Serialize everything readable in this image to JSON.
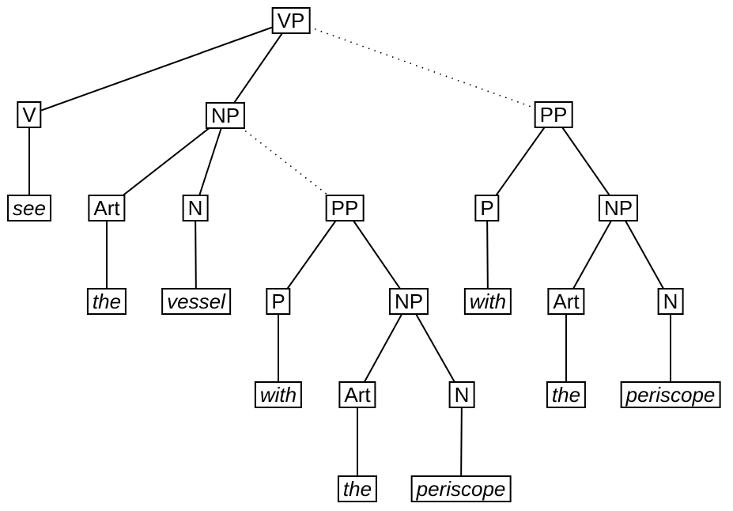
{
  "colors": {
    "background": "#ffffff",
    "line": "#000000",
    "box_border": "#000000",
    "box_fill": "#ffffff",
    "text": "#000000"
  },
  "nodes": {
    "vp": {
      "label": "VP",
      "kind": "category"
    },
    "v": {
      "label": "V",
      "kind": "category"
    },
    "np_obj": {
      "label": "NP",
      "kind": "category"
    },
    "pp_hi": {
      "label": "PP",
      "kind": "category"
    },
    "see": {
      "label": "see",
      "kind": "word"
    },
    "art1": {
      "label": "Art",
      "kind": "category"
    },
    "n1": {
      "label": "N",
      "kind": "category"
    },
    "pp_lo": {
      "label": "PP",
      "kind": "category"
    },
    "p_hi": {
      "label": "P",
      "kind": "category"
    },
    "np_hi": {
      "label": "NP",
      "kind": "category"
    },
    "the1": {
      "label": "the",
      "kind": "word"
    },
    "vessel": {
      "label": "vessel",
      "kind": "word"
    },
    "p_lo": {
      "label": "P",
      "kind": "category"
    },
    "np_lo": {
      "label": "NP",
      "kind": "category"
    },
    "with_hi": {
      "label": "with",
      "kind": "word"
    },
    "art_hi": {
      "label": "Art",
      "kind": "category"
    },
    "n_hi": {
      "label": "N",
      "kind": "category"
    },
    "with_lo": {
      "label": "with",
      "kind": "word"
    },
    "art_lo": {
      "label": "Art",
      "kind": "category"
    },
    "n_lo": {
      "label": "N",
      "kind": "category"
    },
    "the_hi": {
      "label": "the",
      "kind": "word"
    },
    "periscope_hi": {
      "label": "periscope",
      "kind": "word"
    },
    "the_lo": {
      "label": "the",
      "kind": "word"
    },
    "periscope_lo": {
      "label": "periscope",
      "kind": "word"
    }
  },
  "edges": [
    {
      "from": "vp",
      "to": "v",
      "style": "solid"
    },
    {
      "from": "vp",
      "to": "np_obj",
      "style": "solid"
    },
    {
      "from": "vp",
      "to": "pp_hi",
      "style": "dotted"
    },
    {
      "from": "v",
      "to": "see",
      "style": "solid"
    },
    {
      "from": "np_obj",
      "to": "art1",
      "style": "solid"
    },
    {
      "from": "np_obj",
      "to": "n1",
      "style": "solid"
    },
    {
      "from": "np_obj",
      "to": "pp_lo",
      "style": "dotted"
    },
    {
      "from": "art1",
      "to": "the1",
      "style": "solid"
    },
    {
      "from": "n1",
      "to": "vessel",
      "style": "solid"
    },
    {
      "from": "pp_lo",
      "to": "p_lo",
      "style": "solid"
    },
    {
      "from": "pp_lo",
      "to": "np_lo",
      "style": "solid"
    },
    {
      "from": "p_lo",
      "to": "with_lo",
      "style": "solid"
    },
    {
      "from": "np_lo",
      "to": "art_lo",
      "style": "solid"
    },
    {
      "from": "np_lo",
      "to": "n_lo",
      "style": "solid"
    },
    {
      "from": "art_lo",
      "to": "the_lo",
      "style": "solid"
    },
    {
      "from": "n_lo",
      "to": "periscope_lo",
      "style": "solid"
    },
    {
      "from": "pp_hi",
      "to": "p_hi",
      "style": "solid"
    },
    {
      "from": "pp_hi",
      "to": "np_hi",
      "style": "solid"
    },
    {
      "from": "p_hi",
      "to": "with_hi",
      "style": "solid"
    },
    {
      "from": "np_hi",
      "to": "art_hi",
      "style": "solid"
    },
    {
      "from": "np_hi",
      "to": "n_hi",
      "style": "solid"
    },
    {
      "from": "art_hi",
      "to": "the_hi",
      "style": "solid"
    },
    {
      "from": "n_hi",
      "to": "periscope_hi",
      "style": "solid"
    }
  ]
}
